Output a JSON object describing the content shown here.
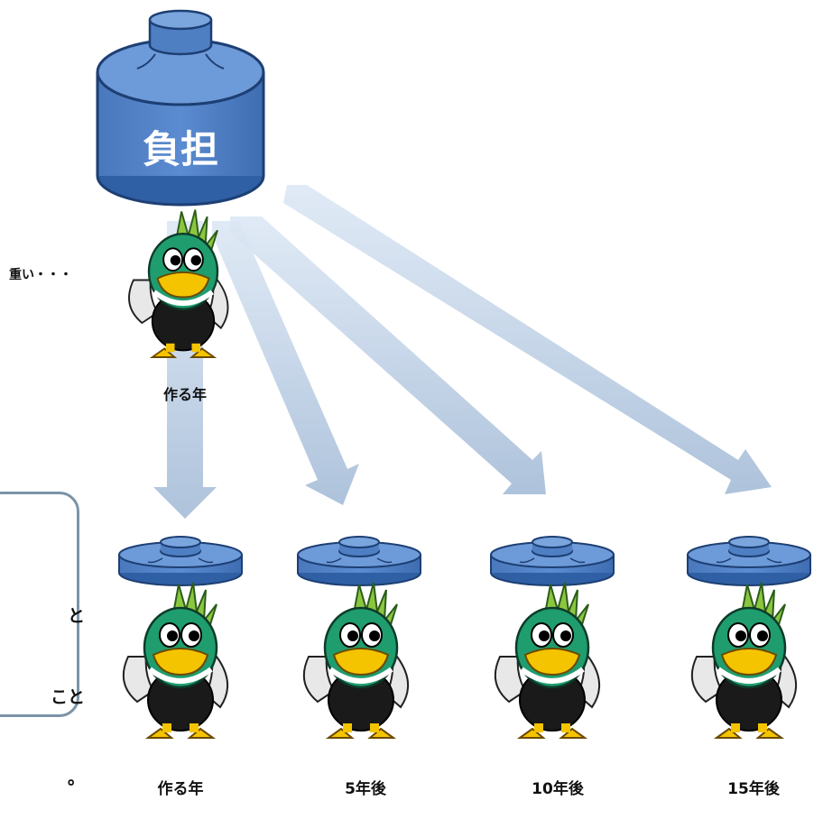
{
  "burden_label": "負担",
  "speech": "重い・・・",
  "top_mascot_label": "作る年",
  "caption_lines": [
    "と",
    "こと",
    "。"
  ],
  "years": [
    {
      "label": "作る年"
    },
    {
      "label": "5年後"
    },
    {
      "label": "10年後"
    },
    {
      "label": "15年後"
    }
  ],
  "colors": {
    "jar_blue": "#4f7fc3",
    "jar_blue_dark": "#244f8f",
    "arrow": "#b9cde6",
    "mascot_green": "#1f9d6e",
    "mascot_yellow": "#f5c400",
    "box_border": "#7b93a8"
  },
  "icons": {
    "jar": "jar-icon",
    "lid": "lid-icon",
    "mascot": "duck-mascot-icon",
    "arrow": "arrow-icon"
  }
}
